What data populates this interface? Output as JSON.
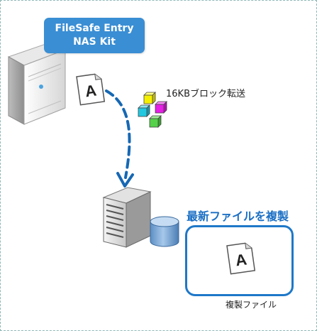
{
  "product": {
    "line1": "FileSafe Entry",
    "line2": "NAS Kit"
  },
  "transfer_label": "16KBブロック転送",
  "replicate_title": "最新ファイルを複製",
  "replica_caption": "複製ファイル",
  "file_letter": "A",
  "colors": {
    "accent": "#3a8ed4",
    "title_blue": "#1a6fc4",
    "arrow": "#1668b4",
    "panel_border": "#1e78c8",
    "blocks": [
      "#f5f000",
      "#e61ee6",
      "#22c8e0",
      "#55d24a"
    ]
  },
  "icons": [
    "server-icon",
    "document-icon",
    "nas-device-icon",
    "storage-drum-icon",
    "dashed-arrow-icon",
    "data-block-icon"
  ]
}
